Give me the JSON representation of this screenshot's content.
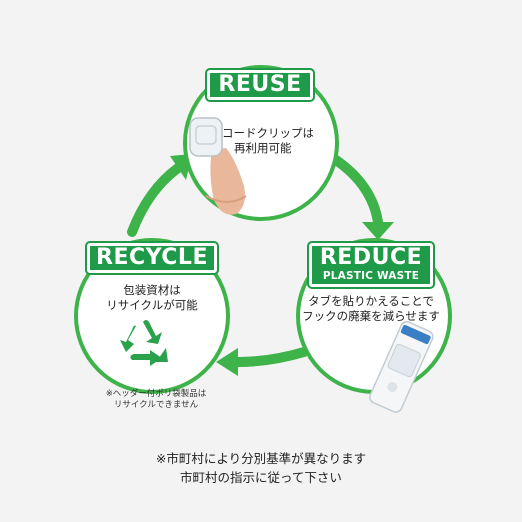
{
  "colors": {
    "green": "#1e9a48",
    "light_green": "#3db34a",
    "background": "#f3f3f3"
  },
  "reuse": {
    "title": "REUSE",
    "line1": "コードクリップは",
    "line2": "再利用可能"
  },
  "reduce": {
    "title": "REDUCE",
    "subtitle": "PLASTIC WASTE",
    "line1": "タブを貼りかえることで",
    "line2": "フックの廃棄を減らせます"
  },
  "recycle": {
    "title": "RECYCLE",
    "line1": "包装資材は",
    "line2": "リサイクルが可能",
    "icon": "recycle-icon",
    "note_line1": "※ヘッダー付ポリ袋製品は",
    "note_line2": "リサイクルできません"
  },
  "footer": {
    "line1": "※市町村により分別基準が異なります",
    "line2": "市町村の指示に従って下さい"
  }
}
